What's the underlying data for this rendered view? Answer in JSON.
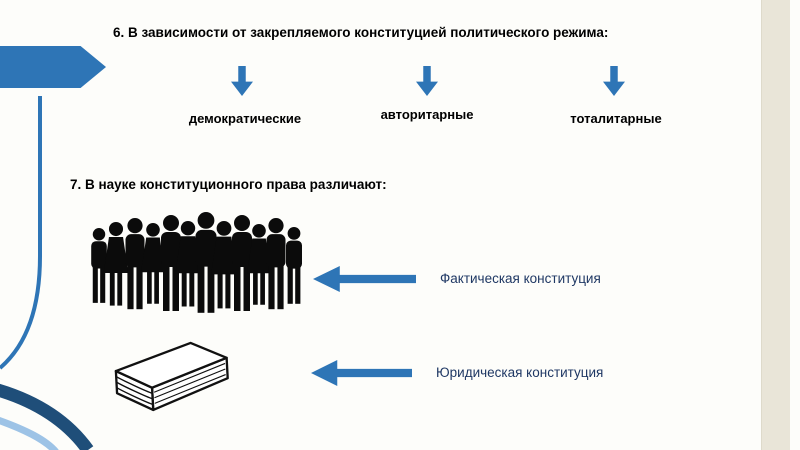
{
  "slide": {
    "section6": {
      "heading": "6. В зависимости от закрепляемого конституцией политического режима:",
      "options": [
        "демократические",
        "авторитарные",
        "тоталитарные"
      ]
    },
    "section7": {
      "heading": "7. В науке конституционного права различают:",
      "items": [
        {
          "icon": "people-crowd-icon",
          "label": "Фактическая конституция"
        },
        {
          "icon": "book-icon",
          "label": "Юридическая конституция"
        }
      ]
    },
    "decorations": {
      "icons": [
        "ribbon-arrow-shape",
        "down-arrow-icon",
        "left-arrow-icon",
        "swoosh-decoration",
        "right-stripe-decoration"
      ]
    },
    "colors": {
      "accent_blue": "#2E75B6",
      "dark_navy": "#1F4E79",
      "light_blue": "#9DC3E6",
      "heading_text": "#000000",
      "label_text": "#1F3864",
      "stripe_beige": "#E9E5D8",
      "background": "#FDFDFA",
      "silhouette_black": "#0B0B0B"
    }
  }
}
